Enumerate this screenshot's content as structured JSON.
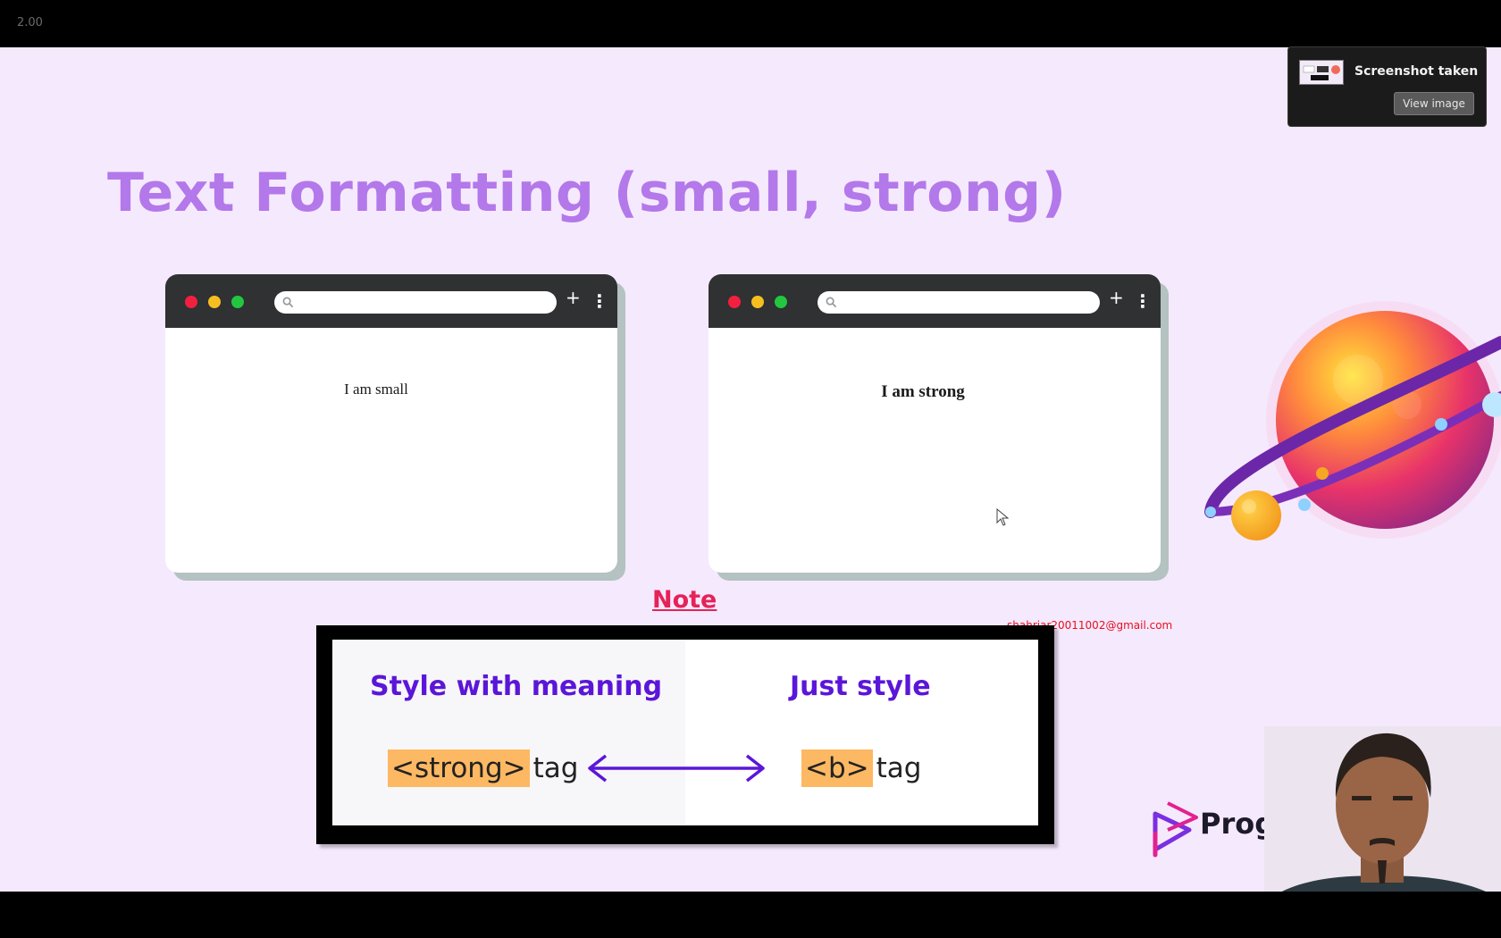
{
  "player": {
    "speed": "2.00"
  },
  "slide": {
    "title": "Text Formatting (small, strong)",
    "browser_left": {
      "text": "I am small"
    },
    "browser_right": {
      "text": "I am strong"
    },
    "note": "Note",
    "email": "shahriar20011002@gmail.com",
    "comparison": {
      "left_heading": "Style with meaning",
      "right_heading": "Just style",
      "left_tag": "<strong>",
      "left_suffix": "tag",
      "right_tag": "<b>",
      "right_suffix": "tag"
    },
    "brand": "Programmin"
  },
  "toast": {
    "title": "Screenshot taken",
    "button": "View image"
  },
  "colors": {
    "slide_bg": "#f5e9fd",
    "title": "#b378ea",
    "heading": "#5b16d8",
    "highlight": "#fdb863",
    "note": "#e62258"
  },
  "icons": [
    "search-icon",
    "plus-icon",
    "kebab-menu-icon",
    "double-arrow-icon",
    "planet-illustration",
    "programming-logo-icon",
    "mouse-cursor-icon"
  ]
}
